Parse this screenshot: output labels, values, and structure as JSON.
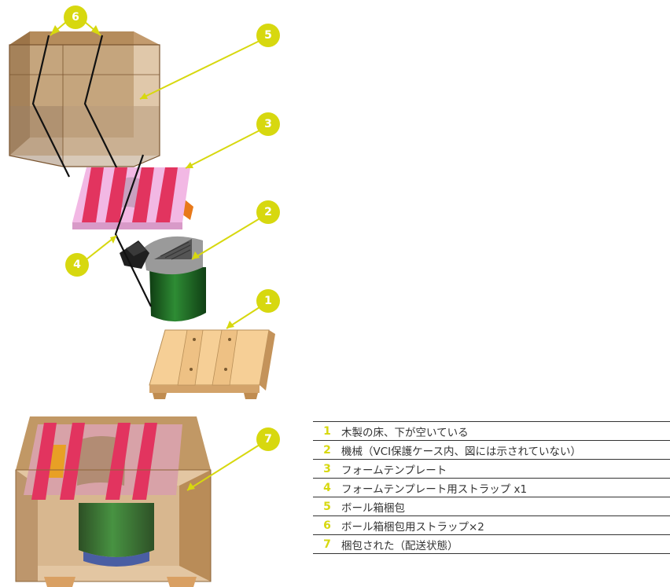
{
  "colors": {
    "callout": "#d7d80f",
    "leader": "#d7d80f",
    "text": "#333333"
  },
  "callouts": [
    "1",
    "2",
    "3",
    "4",
    "5",
    "6",
    "7"
  ],
  "legend": [
    {
      "num": "1",
      "text": "木製の床、下が空いている"
    },
    {
      "num": "2",
      "text": "機械（VCI保護ケース内、図には示されていない）"
    },
    {
      "num": "3",
      "text": "フォームテンプレート"
    },
    {
      "num": "4",
      "text": "フォームテンプレート用ストラップ x1"
    },
    {
      "num": "5",
      "text": "ボール箱梱包"
    },
    {
      "num": "6",
      "text": "ボール箱梱包用ストラップ×2"
    },
    {
      "num": "7",
      "text": "梱包された（配送状態）"
    }
  ]
}
